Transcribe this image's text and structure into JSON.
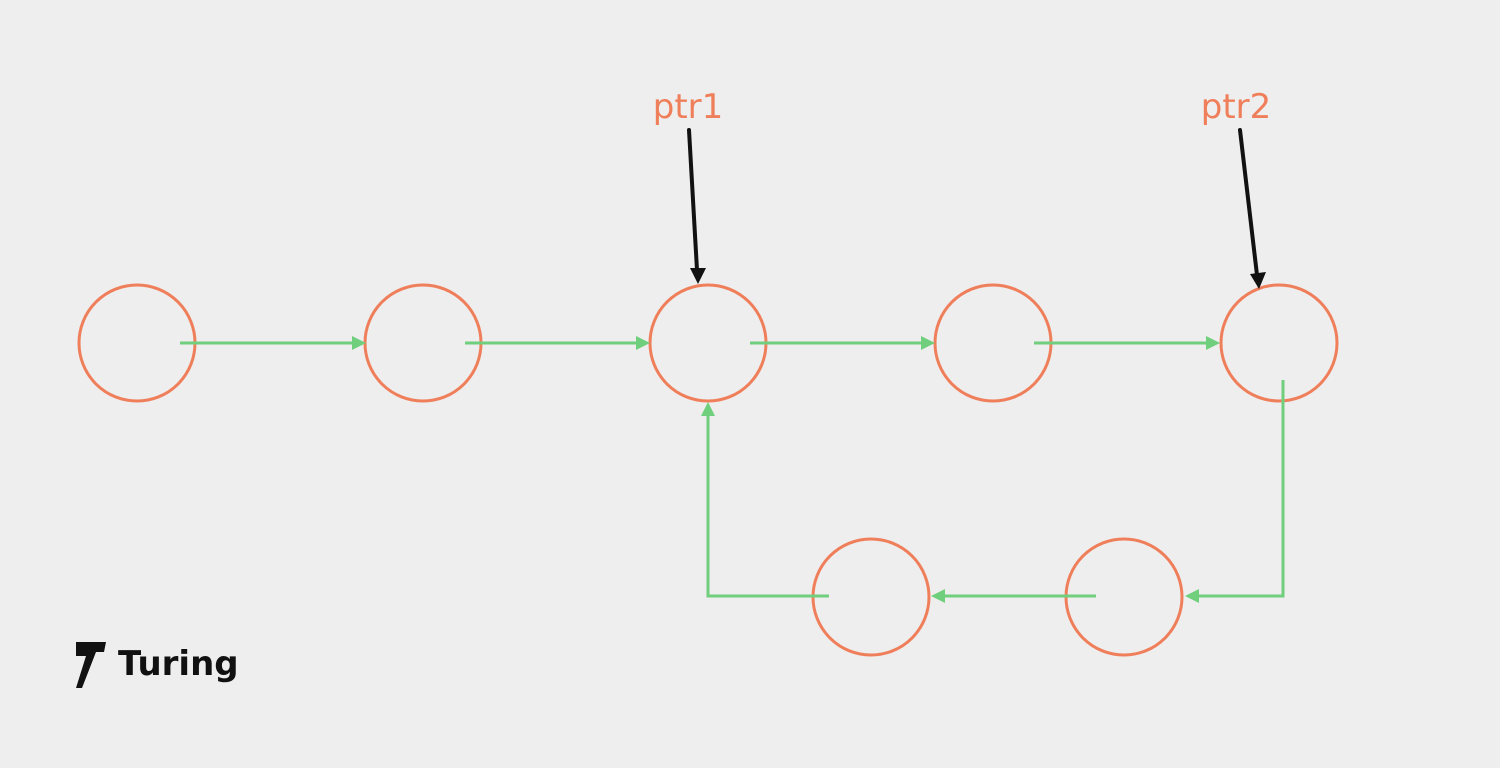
{
  "pointers": [
    {
      "id": "ptr1",
      "label": "ptr1"
    },
    {
      "id": "ptr2",
      "label": "ptr2"
    }
  ],
  "brand": {
    "name": "Turing",
    "icon": "turing-logo-icon"
  },
  "colors": {
    "background": "#efeeee",
    "node_stroke": "#ef7f5b",
    "edge": "#6fcf7d",
    "pointer_arrow": "#111111",
    "pointer_label": "#ef7f5b",
    "brand_text": "#111111"
  }
}
